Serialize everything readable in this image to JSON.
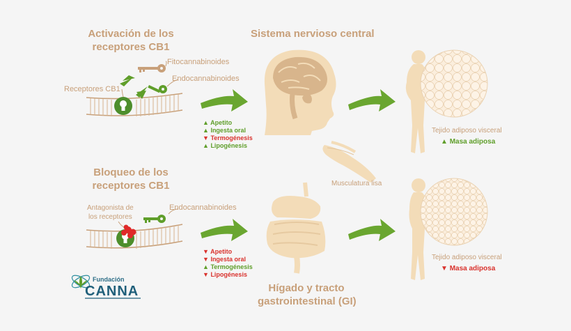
{
  "top": {
    "title_line1": "Activación de los",
    "title_line2": "receptores CB1",
    "phyto": "Fitocannabinoides",
    "endo": "Endocannabinoides",
    "receptors": "Receptores CB1",
    "effects": [
      {
        "dir": "up",
        "label": "Apetito"
      },
      {
        "dir": "up",
        "label": "Ingesta oral"
      },
      {
        "dir": "down",
        "label": "Termogénesis"
      },
      {
        "dir": "up",
        "label": "Lipogénesis"
      }
    ]
  },
  "bottom": {
    "title_line1": "Bloqueo de los",
    "title_line2": "receptores CB1",
    "antagonist_line1": "Antagonista de",
    "antagonist_line2": "los receptores",
    "endo": "Endocannabinoides",
    "effects": [
      {
        "dir": "down",
        "label": "Apetito"
      },
      {
        "dir": "down",
        "label": "Ingesta oral"
      },
      {
        "dir": "up",
        "label": "Termogénesis"
      },
      {
        "dir": "down",
        "label": "Lipogénesis"
      }
    ]
  },
  "cns": {
    "title": "Sistema nervioso central"
  },
  "smooth_muscle": {
    "label": "Musculatura lisa"
  },
  "gi": {
    "line1": "Hígado y tracto",
    "line2": "gastrointestinal (GI)"
  },
  "body_top": {
    "label": "Tejido adiposo visceral",
    "effect_dir": "up",
    "effect": "Masa adiposa"
  },
  "body_bottom": {
    "label": "Tejido adiposo visceral",
    "effect_dir": "down",
    "effect": "Masa adiposa"
  },
  "logo": {
    "small": "Fundación",
    "big": "CANNA"
  },
  "colors": {
    "tan": "#c8a07a",
    "green": "#6f9b2a",
    "arrow_green": "#6aa630",
    "red": "#d9322d",
    "skin": "#f3dcb8",
    "brain": "#d8b58c"
  }
}
